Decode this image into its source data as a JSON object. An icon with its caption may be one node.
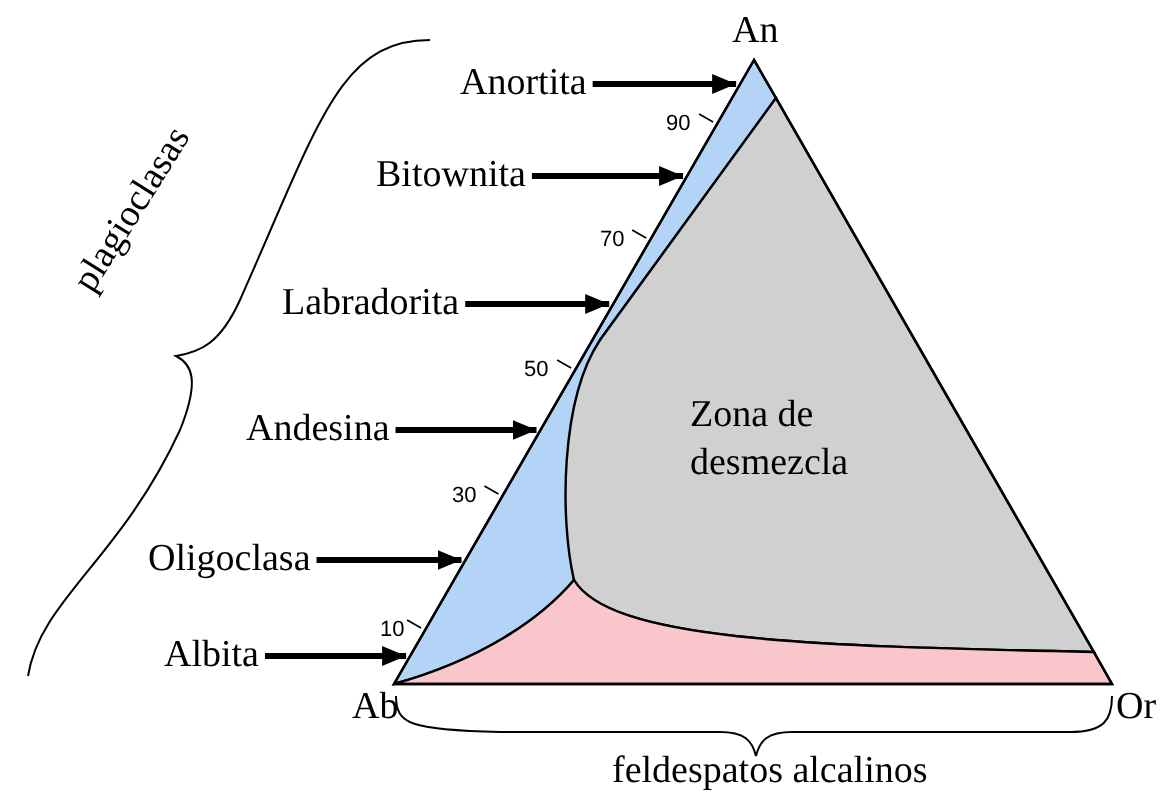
{
  "diagram": {
    "nodes": [
      {
        "text": [
          "Anortita"
        ]
      },
      {
        "text": [
          "Bitownita"
        ]
      },
      {
        "text": [
          "Labradorita"
        ]
      },
      {
        "text": [
          "Andesina"
        ]
      },
      {
        "text": [
          "Oligoclasa"
        ]
      },
      {
        "text": [
          "Albita"
        ]
      },
      {
        "text": [],
        "shape": "band"
      },
      {
        "text": [
          "Zona de desmezcla"
        ]
      },
      {
        "text": [],
        "shape": "band"
      }
    ],
    "edges": [
      {
        "from": 0,
        "to": 6,
        "arrow": "to"
      },
      {
        "from": 1,
        "to": 6,
        "arrow": "to"
      },
      {
        "from": 2,
        "to": 6,
        "arrow": "to"
      },
      {
        "from": 3,
        "to": 6,
        "arrow": "to"
      },
      {
        "from": 4,
        "to": 6,
        "arrow": "to"
      },
      {
        "from": 5,
        "to": 6,
        "arrow": "to"
      }
    ],
    "labels": [
      "An",
      "plagioclasas",
      "90",
      "70",
      "50",
      "30",
      "10",
      "Ab",
      "Or",
      "feldespatos alcalinos"
    ]
  }
}
